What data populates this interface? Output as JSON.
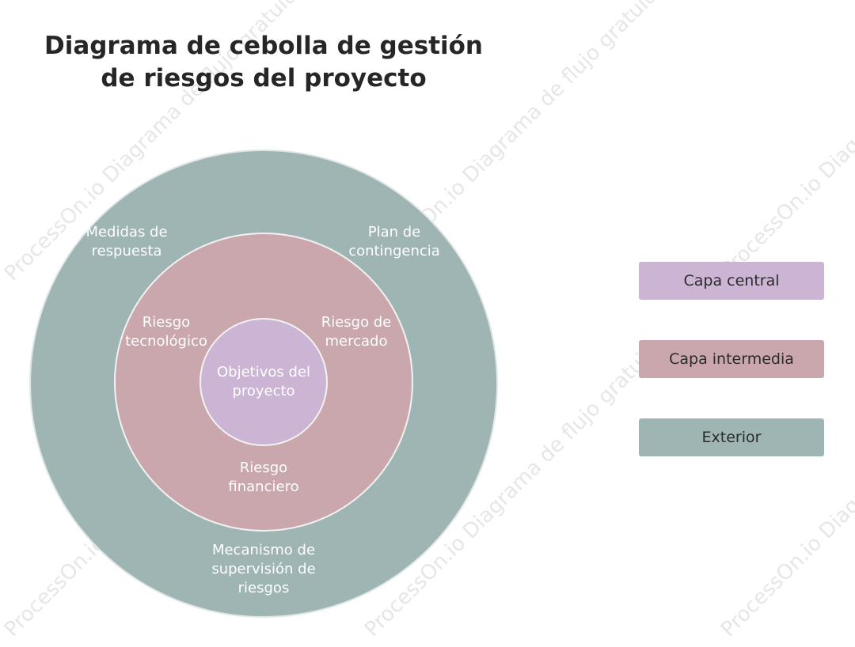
{
  "title": {
    "line1": "Diagrama de cebolla de gestión",
    "line2": "de riesgos del proyecto"
  },
  "layers": {
    "outer": {
      "color": "#9FB5B4",
      "items": [
        {
          "line1": "Medidas de",
          "line2": "respuesta"
        },
        {
          "line1": "Plan de",
          "line2": "contingencia"
        },
        {
          "line1": "Mecanismo de",
          "line2": "supervisión de",
          "line3": "riesgos"
        }
      ]
    },
    "middle": {
      "color": "#C9A7AD",
      "items": [
        {
          "line1": "Riesgo",
          "line2": "tecnológico"
        },
        {
          "line1": "Riesgo de",
          "line2": "mercado"
        },
        {
          "line1": "Riesgo",
          "line2": "financiero"
        }
      ]
    },
    "core": {
      "color": "#CCB5D4",
      "items": [
        {
          "line1": "Objetivos del",
          "line2": "proyecto"
        }
      ]
    }
  },
  "legend": [
    {
      "label": "Capa central",
      "color": "#CCB5D4"
    },
    {
      "label": "Capa intermedia",
      "color": "#C9A7AD"
    },
    {
      "label": "Exterior",
      "color": "#9FB5B4"
    }
  ],
  "watermark": "ProcessOn.io Diagrama de flujo gratuito"
}
